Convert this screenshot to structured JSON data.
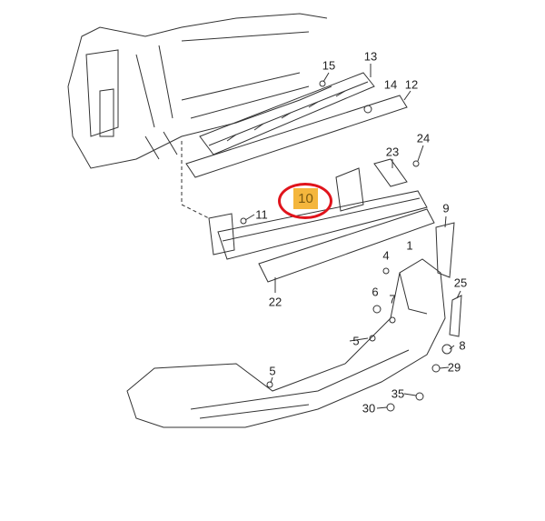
{
  "diagram": {
    "highlighted_part": "10",
    "highlight_color": "#f4b63d",
    "circle_color": "#e0141c",
    "part_labels": {
      "p13": "13",
      "p15": "15",
      "p14": "14",
      "p12": "12",
      "p23": "23",
      "p24": "24",
      "p11": "11",
      "p9": "9",
      "p4": "4",
      "p1": "1",
      "p22": "22",
      "p25": "25",
      "p6": "6",
      "p7": "7",
      "p5a": "5",
      "p8": "8",
      "p29": "29",
      "p5b": "5",
      "p35": "35",
      "p30": "30"
    }
  }
}
